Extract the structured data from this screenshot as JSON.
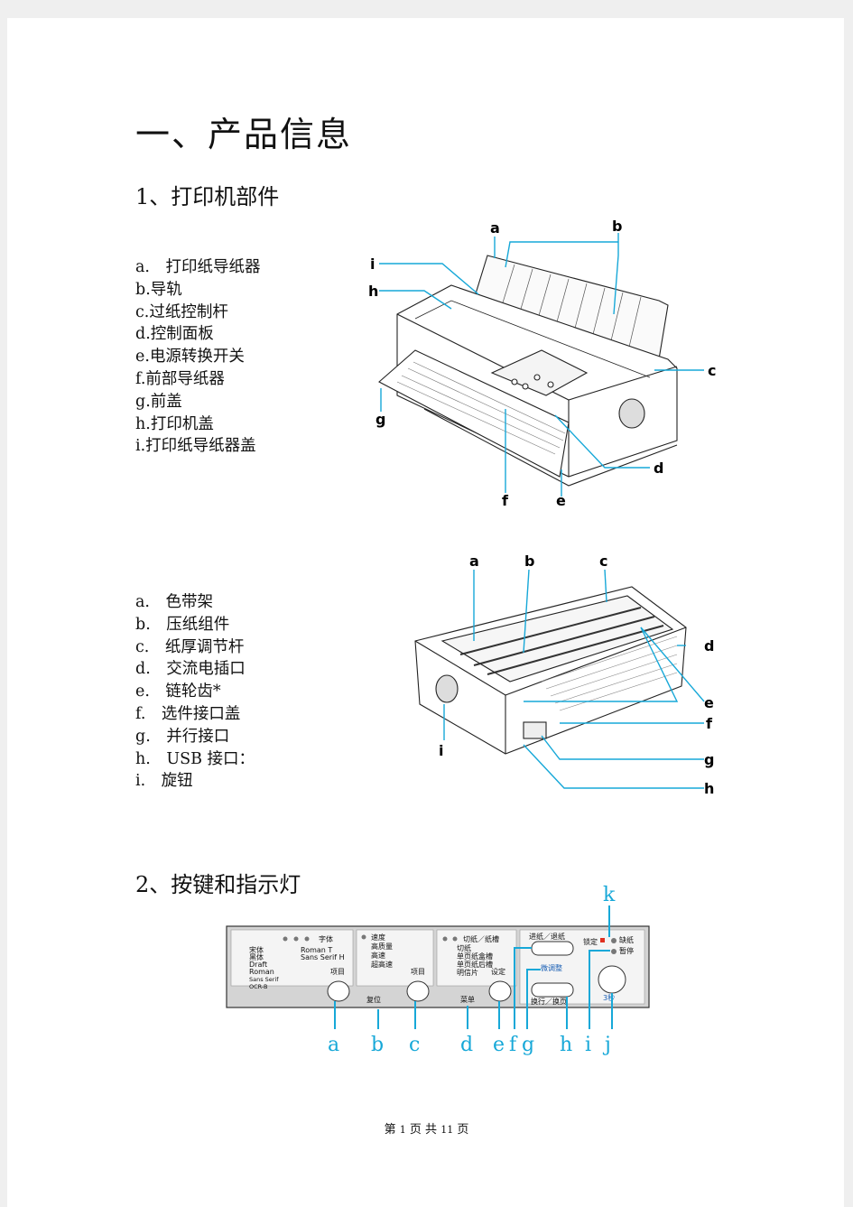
{
  "title": "一、产品信息",
  "section1": {
    "heading": "1、打印机部件",
    "front_parts": [
      "a.　打印纸导纸器",
      "b.导轨",
      "c.过纸控制杆",
      "d.控制面板",
      "e.电源转换开关",
      "f.前部导纸器",
      "g.前盖",
      "h.打印机盖",
      "i.打印纸导纸器盖"
    ],
    "front_callouts": [
      "a",
      "b",
      "c",
      "d",
      "e",
      "f",
      "g",
      "h",
      "i"
    ],
    "inner_parts": [
      "a.　色带架",
      "b.　压纸组件",
      "c.　纸厚调节杆",
      "d.　交流电插口",
      "e.　链轮齿*",
      "f.　选件接口盖",
      "g.　并行接口",
      "h.　USB 接口：",
      "i.　旋钮"
    ],
    "inner_callouts": [
      "a",
      "b",
      "c",
      "d",
      "e",
      "f",
      "g",
      "h",
      "i"
    ]
  },
  "section2": {
    "heading": "2、按键和指示灯",
    "panel": {
      "font_title": "字体",
      "font_list_left": [
        "宋体",
        "黑体",
        "Draft",
        "Roman",
        "Sans Serif",
        "OCR-B"
      ],
      "font_list_right": [
        "Roman T",
        "Sans Serif H"
      ],
      "item_btn": "项目",
      "speed_list": [
        "速度",
        "高质量",
        "高速",
        "超高速"
      ],
      "reset": "复位",
      "item_btn2": "项目",
      "cut_title": "切纸／纸槽",
      "cut_list": [
        "切纸",
        "单页纸盒槽",
        "单页纸后槽",
        "明信片"
      ],
      "set_btn": "设定",
      "menu": "菜单",
      "feed": "进纸／退纸",
      "micro": "微调整",
      "lf": "换行／换页",
      "lock": "锁定",
      "paper_out": "缺纸",
      "pause": "暂停",
      "power_sym": "3秒"
    },
    "key_labels": [
      "a",
      "b",
      "c",
      "d",
      "e",
      "f",
      "g",
      "h",
      "i",
      "j"
    ],
    "top_label": "k"
  },
  "footer": {
    "pre": "第",
    "page": "1",
    "mid": "页 共",
    "total": "11",
    "post": "页"
  }
}
